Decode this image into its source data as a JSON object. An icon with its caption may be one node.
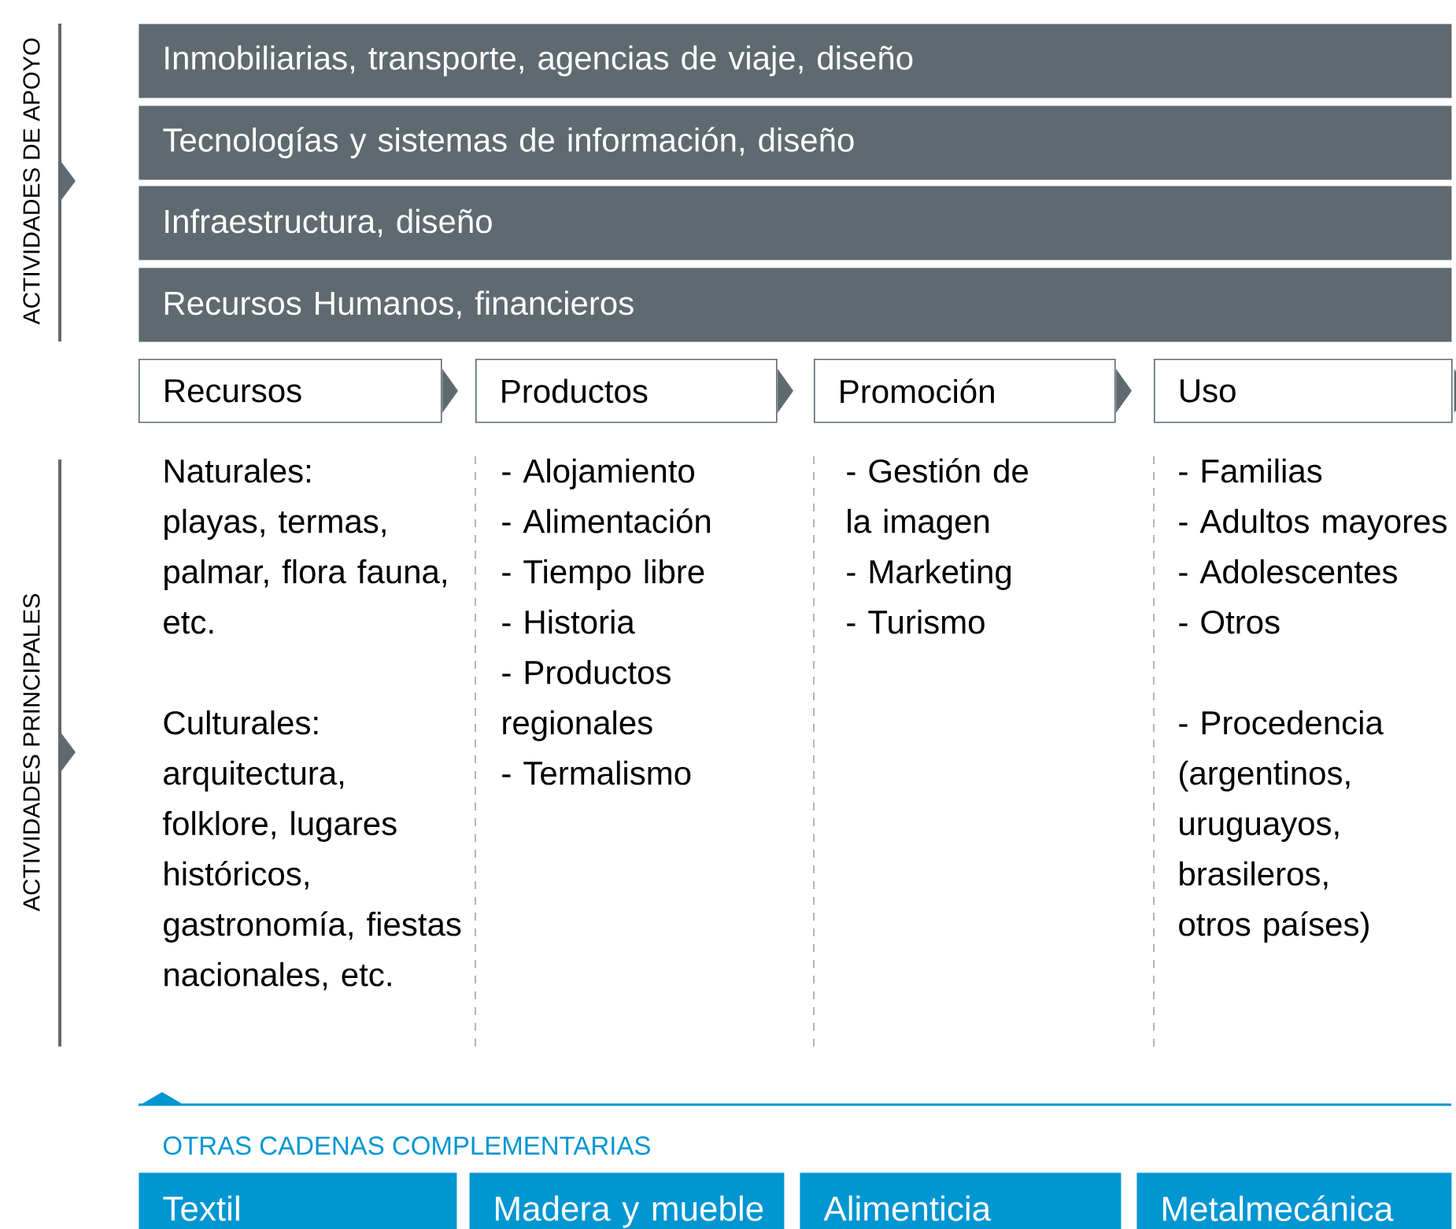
{
  "diagram": {
    "nodes": [
      {
        "text": [
          "Inmobiliarias, transporte, agencias de viaje, diseño"
        ]
      },
      {
        "text": [
          "Tecnologías y sistemas de información, diseño"
        ]
      },
      {
        "text": [
          "Infraestructura, diseño"
        ]
      },
      {
        "text": [
          "Recursos Humanos, financieros"
        ]
      },
      {
        "text": [
          "Recursos"
        ]
      },
      {
        "text": [
          "Productos"
        ]
      },
      {
        "text": [
          "Promoción"
        ]
      },
      {
        "text": [
          "Uso"
        ]
      },
      {
        "text": [
          "Textil"
        ]
      },
      {
        "text": [
          "Madera y mueble"
        ]
      },
      {
        "text": [
          "Alimenticia"
        ]
      },
      {
        "text": [
          "Metalmecánica"
        ]
      }
    ],
    "edges": [
      {
        "from": 4,
        "to": 5,
        "arrow": "to"
      },
      {
        "from": 5,
        "to": 6,
        "arrow": "to"
      },
      {
        "from": 6,
        "to": 7,
        "arrow": "to"
      },
      {
        "from": 7,
        "to": null,
        "arrow": "to"
      }
    ],
    "labels": [
      "ACTIVIDADES DE APOYO",
      "ACTIVIDADES PRINCIPALES",
      "Naturales:",
      "playas, termas, palmar, flora fauna, etc.",
      "Culturales:",
      "arquitectura, folklore, lugares históricos, gastronomía, fiestas nacionales, etc.",
      "- Alojamiento",
      "- Alimentación",
      "- Tiempo libre",
      "- Historia",
      "- Productos regionales",
      "- Termalismo",
      "- Gestión de la imagen",
      "- Marketing",
      "- Turismo",
      "- Familias",
      "- Adultos mayores",
      "- Adolescentes",
      "- Otros",
      "- Procedencia (argentinos, uruguayos, brasileros, otros países)",
      "OTRAS CADENAS COMPLEMENTARIAS"
    ]
  }
}
